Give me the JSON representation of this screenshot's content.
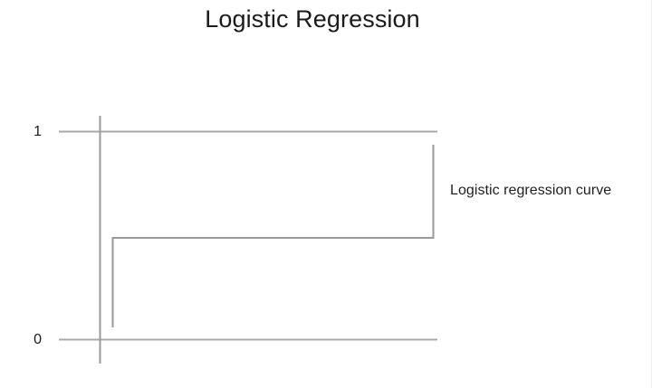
{
  "chart_data": {
    "type": "line",
    "title": "Logistic Regression",
    "xlabel": "",
    "ylabel": "",
    "ylim": [
      0,
      1
    ],
    "grid": true,
    "legend_position": "right-annotation",
    "y_ticks": [
      {
        "value": 1,
        "label": "1"
      },
      {
        "value": 0,
        "label": "0"
      }
    ],
    "annotations": [
      {
        "text": "Logistic regression curve",
        "x": 497,
        "y": 212
      }
    ],
    "series": [
      {
        "name": "Logistic regression curve",
        "shape": "step",
        "color": "#9a9a9a",
        "points": [
          {
            "x": 124,
            "y": 362
          },
          {
            "x": 124,
            "y": 263
          },
          {
            "x": 478,
            "y": 263
          },
          {
            "x": 478,
            "y": 160
          }
        ],
        "normalized_points": [
          {
            "x": 0.038,
            "y": 0.057
          },
          {
            "x": 0.038,
            "y": 0.487
          },
          {
            "x": 1.0,
            "y": 0.487
          },
          {
            "x": 1.0,
            "y": 0.935
          }
        ]
      }
    ],
    "gridlines": [
      {
        "label": "1",
        "y": 145,
        "x_start": 65,
        "x_end": 483,
        "color": "#a8a8a8"
      },
      {
        "label": "0",
        "y": 375,
        "x_start": 65,
        "x_end": 483,
        "color": "#a8a8a8"
      }
    ],
    "axes": [
      {
        "name": "y-axis",
        "x": 110,
        "y_start": 128,
        "y_end": 402,
        "color": "#9a9a9a"
      }
    ]
  },
  "slide": {
    "title": "Logistic Regression",
    "background_color": "#ffffff",
    "text_color": "#1b1b1b"
  },
  "chart": {
    "tick_1": "1",
    "tick_0": "0",
    "annotation": "Logistic regression curve",
    "line_color": "#9a9a9a",
    "grid_color": "#a8a8a8"
  }
}
